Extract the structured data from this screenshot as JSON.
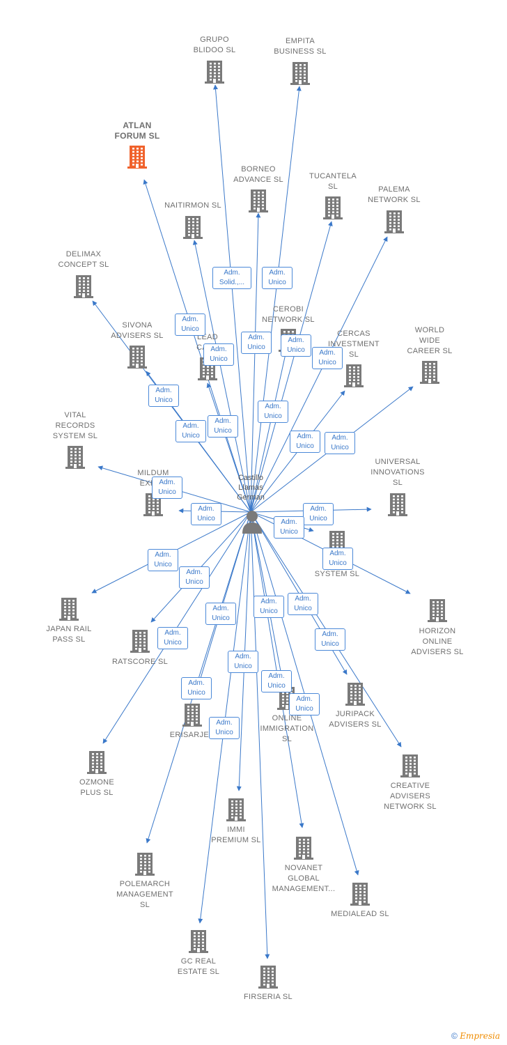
{
  "center": {
    "name": "Castillo\nLlamas\nGerman"
  },
  "colors": {
    "edge": "#3a78c9",
    "building": "#7a7a7a",
    "highlight": "#f0622c"
  },
  "copyright": {
    "symbol": "©",
    "brand": "Empresia"
  },
  "companies": [
    {
      "name": "GRUPO\nBLIDOO SL",
      "highlight": false
    },
    {
      "name": "EMPITA\nBUSINESS SL",
      "highlight": false
    },
    {
      "name": "ATLAN\nFORUM SL",
      "highlight": true
    },
    {
      "name": "BORNEO\nADVANCE SL",
      "highlight": false
    },
    {
      "name": "TUCANTELA\nSL",
      "highlight": false
    },
    {
      "name": "PALEMA\nNETWORK SL",
      "highlight": false
    },
    {
      "name": "NAITIRMON SL",
      "highlight": false
    },
    {
      "name": "DELIMAX\nCONCEPT SL",
      "highlight": false
    },
    {
      "name": "CEROBI\nNETWORK SL",
      "highlight": false
    },
    {
      "name": "SIVONA\nADVISERS SL",
      "highlight": false
    },
    {
      "name": "LEAD\nCARE",
      "highlight": false
    },
    {
      "name": "CERCAS\nINVESTMENT\nSL",
      "highlight": false
    },
    {
      "name": "WORLD\nWIDE\nCAREER SL",
      "highlight": false
    },
    {
      "name": "VITAL\nRECORDS\nSYSTEM SL",
      "highlight": false
    },
    {
      "name": "MILDUM\nEXPER",
      "highlight": false
    },
    {
      "name": "UNIVERSAL\nINNOVATIONS\nSL",
      "highlight": false
    },
    {
      "name": "P\nSYSTEM SL",
      "highlight": false
    },
    {
      "name": "JAPAN RAIL\nPASS SL",
      "highlight": false
    },
    {
      "name": "RATSCORE SL",
      "highlight": false
    },
    {
      "name": "HORIZON\nONLINE\nADVISERS SL",
      "highlight": false
    },
    {
      "name": "JURIPACK\nADVISERS SL",
      "highlight": false
    },
    {
      "name": "ERISARJEN",
      "highlight": false
    },
    {
      "name": "ONLINE\nIMMIGRATION\nSL",
      "highlight": false
    },
    {
      "name": "OZMONE\nPLUS SL",
      "highlight": false
    },
    {
      "name": "CREATIVE\nADVISERS\nNETWORK SL",
      "highlight": false
    },
    {
      "name": "IMMI\nPREMIUM SL",
      "highlight": false
    },
    {
      "name": "NOVANET\nGLOBAL\nMANAGEMENT...",
      "highlight": false
    },
    {
      "name": "POLEMARCH\nMANAGEMENT\nSL",
      "highlight": false
    },
    {
      "name": "MEDIALEAD SL",
      "highlight": false
    },
    {
      "name": "GC REAL\nESTATE SL",
      "highlight": false
    },
    {
      "name": "FIRSERIA SL",
      "highlight": false
    }
  ],
  "roles": [
    "Adm.\nSolid.,...",
    "Adm.\nUnico",
    "Adm.\nUnico",
    "Adm.\nUnico",
    "Adm.\nUnico",
    "Adm.\nUnico",
    "Adm.\nUnico",
    "Adm.\nUnico",
    "Adm.\nUnico",
    "Adm.\nUnico",
    "Adm.\nUnico",
    "Adm.\nUnico",
    "Adm.\nUnico",
    "Adm.\nUnico",
    "Adm.\nUnico",
    "Adm.\nUnico",
    "Adm.\nUnico",
    "Adm.\nUnico",
    "Adm.\nUnico",
    "Adm.\nUnico",
    "Adm.\nUnico",
    "Adm.\nUnico",
    "Adm.\nUnico",
    "Adm.\nUnico",
    "Adm.\nUnico",
    "Adm.\nUnico",
    "Adm.\nUnico",
    "Adm.\nUnico",
    "Adm.\nUnico",
    "Adm.\nUnico"
  ]
}
